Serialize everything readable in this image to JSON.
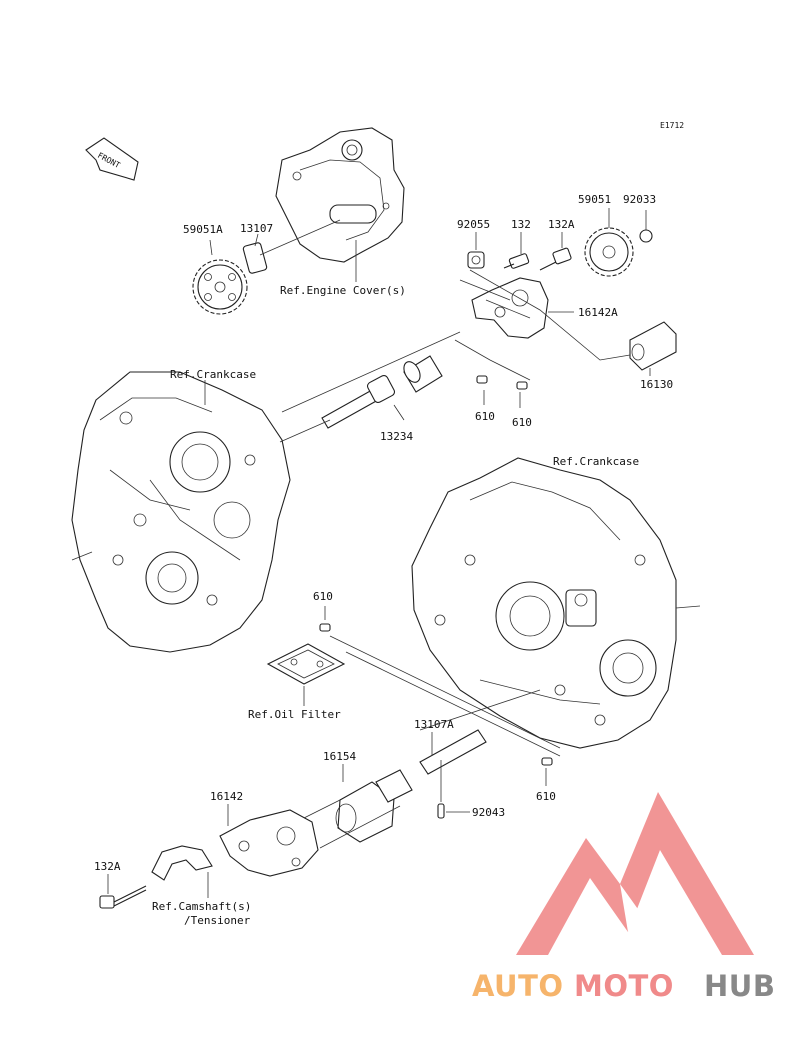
{
  "diagram": {
    "code": "E1712",
    "front_marker": "FRONT",
    "labels": {
      "p59051A": "59051A",
      "p13107": "13107",
      "ref_engine_cover": "Ref.Engine Cover(s)",
      "p92055": "92055",
      "p132": "132",
      "p132A_top": "132A",
      "p59051": "59051",
      "p92033": "92033",
      "p16142A": "16142A",
      "p16130": "16130",
      "ref_crankcase_left": "Ref.Crankcase",
      "p13234": "13234",
      "p610_a": "610",
      "p610_b": "610",
      "ref_crankcase_right": "Ref.Crankcase",
      "p610_c": "610",
      "ref_oil_filter": "Ref.Oil Filter",
      "p13107A": "13107A",
      "p16154": "16154",
      "p16142": "16142",
      "p92043": "92043",
      "p610_d": "610",
      "p132A_bottom": "132A",
      "ref_camshaft_1": "Ref.Camshaft(s)",
      "ref_camshaft_2": "/Tensioner"
    }
  },
  "watermark": {
    "part_auto": "AUTO",
    "part_moto": "MOTO",
    "part_hub": "HUB",
    "colors": {
      "logo": "#f08a8a",
      "auto": "#f6b46b",
      "moto": "#f08a8a",
      "hub": "#888888"
    }
  }
}
